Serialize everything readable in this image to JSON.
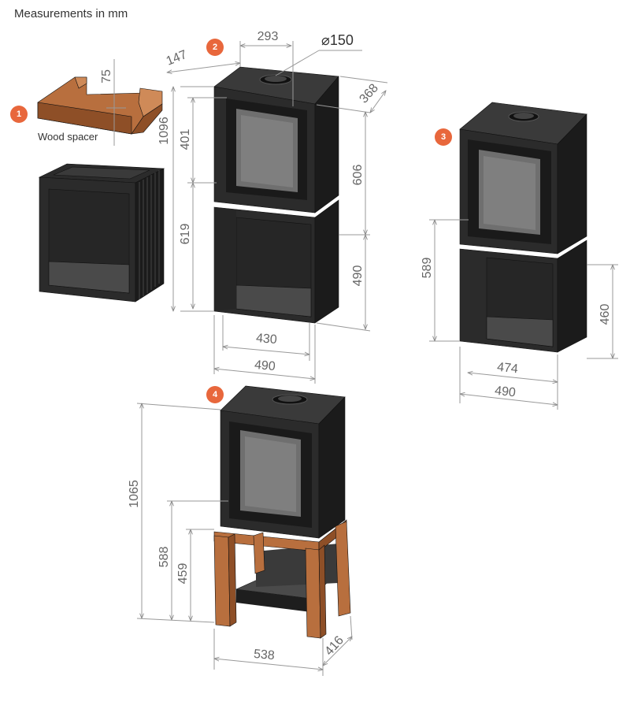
{
  "header": {
    "title": "Measurements in mm"
  },
  "accent_color": "#e8673c",
  "wood_color": "#b86f3e",
  "stove_color": "#2b2b2b",
  "variants": [
    {
      "badge": "1",
      "label": "Wood spacer",
      "dims": {
        "spacer_height": "75"
      }
    },
    {
      "badge": "2",
      "dims": {
        "total_height": "1096",
        "upper_depth": "147",
        "top_width": "293",
        "flue_diameter": "⌀150",
        "depth": "368",
        "door_height": "401",
        "stove_height": "606",
        "base_height": "619",
        "base_box_height": "490",
        "inner_width": "430",
        "outer_width": "490"
      }
    },
    {
      "badge": "3",
      "dims": {
        "base_height": "589",
        "box_height": "460",
        "inner_width": "474",
        "outer_width": "490"
      }
    },
    {
      "badge": "4",
      "dims": {
        "total_height": "1065",
        "leg_height": "588",
        "frame_height": "459",
        "width": "538",
        "depth": "416"
      }
    }
  ]
}
